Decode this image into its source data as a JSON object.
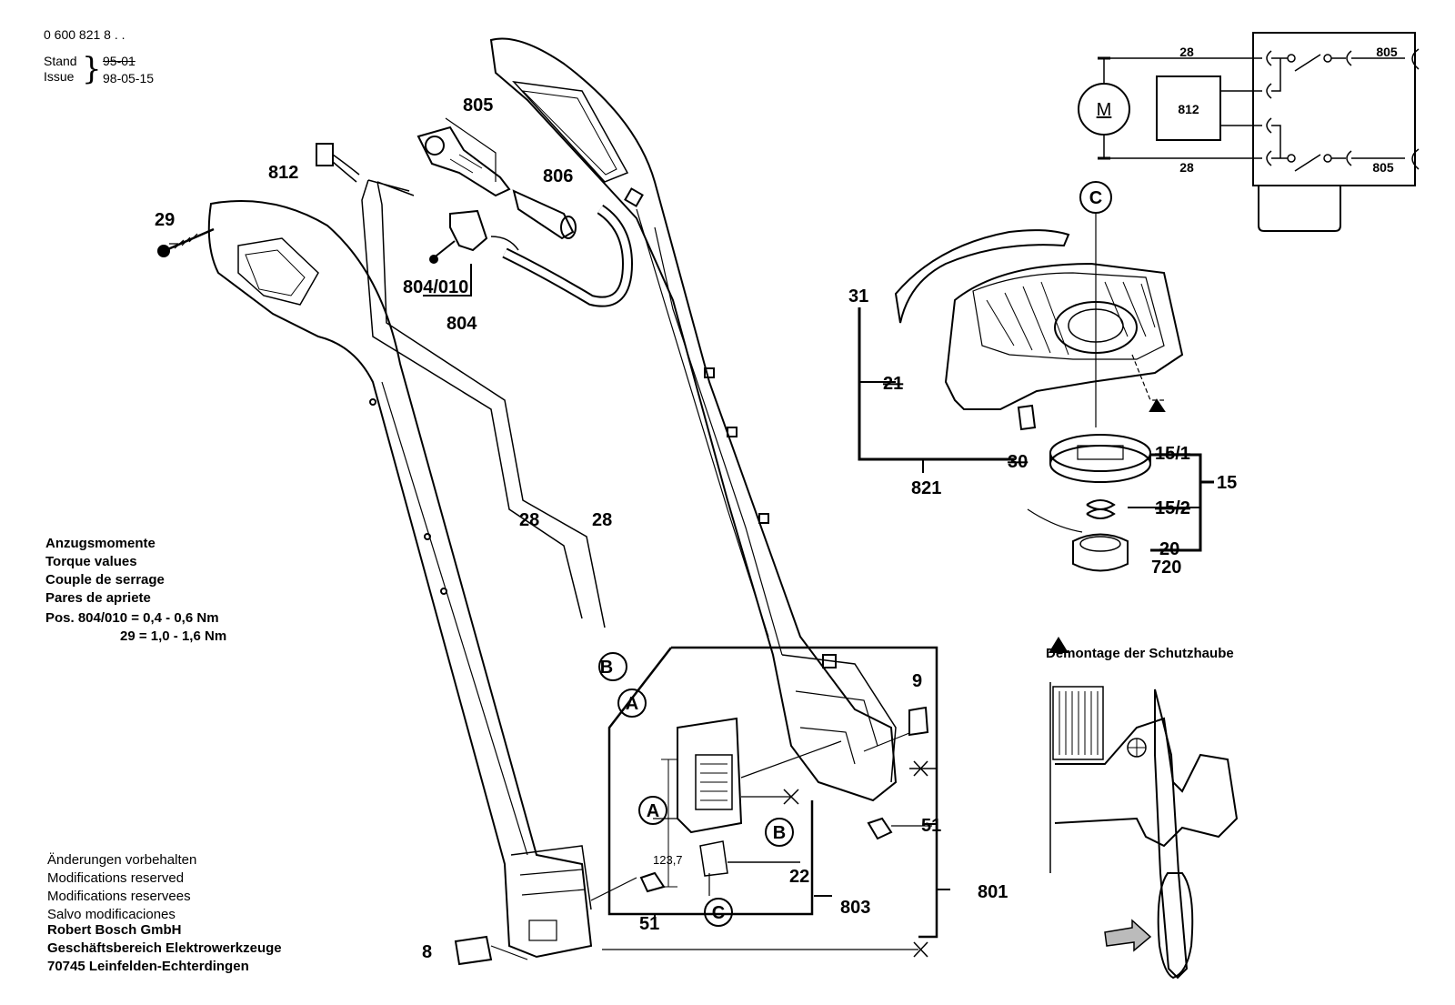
{
  "header": {
    "part_number": "0 600 821 8 . .",
    "stand_label": "Stand",
    "issue_label": "Issue",
    "old_date": "95-01",
    "date": "98-05-15"
  },
  "torque": {
    "lines": [
      "Anzugsmomente",
      "Torque values",
      "Couple de serrage",
      "Pares de apriete"
    ],
    "value1": "Pos. 804/010 = 0,4 - 0,6 Nm",
    "value2": "29 = 1,0 - 1,6 Nm"
  },
  "footer": {
    "modifications": [
      "Änderungen vorbehalten",
      "Modifications reserved",
      "Modifications reservees",
      "Salvo modificaciones"
    ],
    "company": [
      "Robert Bosch GmbH",
      "Geschäftsbereich Elektrowerkzeuge",
      "70745 Leinfelden-Echterdingen"
    ]
  },
  "note": {
    "demontage": "Demontage der Schutzhaube"
  },
  "parts": {
    "p805": "805",
    "p806": "806",
    "p812": "812",
    "p29": "29",
    "p804_010": "804/010",
    "p804": "804",
    "p28": "28",
    "pB": "B",
    "pA": "A",
    "pC": "C",
    "p31": "31",
    "p21": "21",
    "p30": "30",
    "p821": "821",
    "p15_1": "15/1",
    "p15_2": "15/2",
    "p15": "15",
    "p20": "20",
    "p720": "720",
    "p9": "9",
    "p51": "51",
    "p22": "22",
    "p803": "803",
    "p801": "801",
    "p8": "8",
    "dim": "123,7"
  },
  "schematic": {
    "motor": "M",
    "switch_box": "812",
    "wire_top": "28",
    "wire_bottom": "28",
    "plug_top": "805",
    "plug_bottom": "805"
  }
}
